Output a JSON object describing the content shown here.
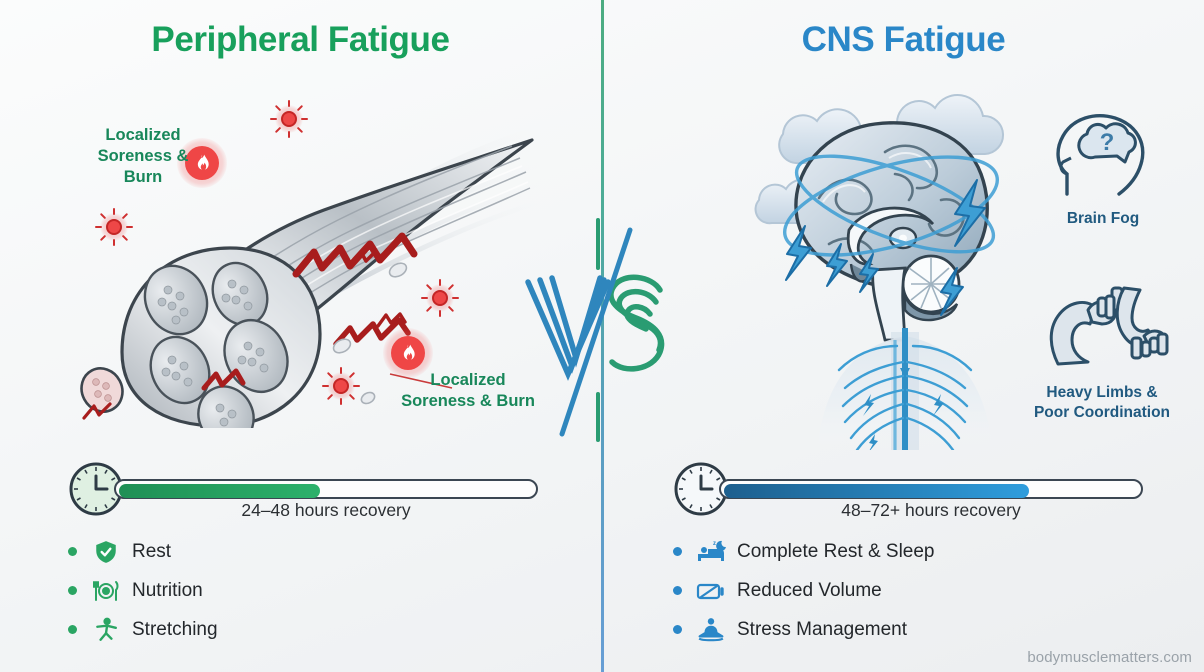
{
  "left": {
    "title": "Peripheral Fatigue",
    "label_top": "Localized\nSoreness &\nBurn",
    "label_top_lines": [
      "Localized",
      "Soreness &",
      "Burn"
    ],
    "label_bottom_lines": [
      "Localized",
      "Soreness & Burn"
    ],
    "recovery": {
      "caption": "24–48 hours recovery",
      "fill_percent": 48,
      "clock_icon": "clock-icon",
      "bar_color": "#2cb16b"
    },
    "bullets": [
      {
        "label": "Rest",
        "icon": "shield-check-icon"
      },
      {
        "label": "Nutrition",
        "icon": "plate-cutlery-icon"
      },
      {
        "label": "Stretching",
        "icon": "stretching-person-icon"
      }
    ],
    "accent": "#18a05c"
  },
  "right": {
    "title": "CNS Fatigue",
    "icon_labels": [
      {
        "caption": "Brain Fog",
        "icon": "head-brain-question-icon"
      },
      {
        "caption_lines": [
          "Heavy Limbs &",
          "Poor Coordination"
        ],
        "icon": "arms-dumbbells-icon"
      }
    ],
    "recovery": {
      "caption": "48–72+ hours recovery",
      "fill_percent": 73,
      "clock_icon": "clock-icon",
      "bar_color": "#2f9ddd"
    },
    "bullets": [
      {
        "label": "Complete Rest & Sleep",
        "icon": "bed-moon-icon"
      },
      {
        "label": "Reduced Volume",
        "icon": "battery-slash-icon"
      },
      {
        "label": "Stress Management",
        "icon": "meditation-icon"
      }
    ],
    "accent": "#2a87c8"
  },
  "center": {
    "vs_label": "VS"
  },
  "watermark": "bodymusclematters.com"
}
